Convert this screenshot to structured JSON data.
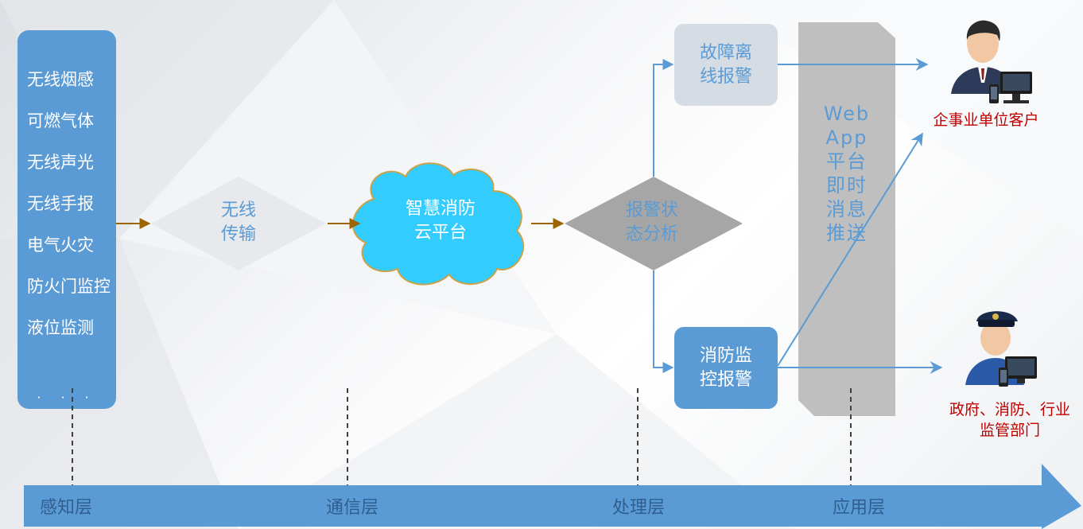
{
  "sensors": [
    "无线烟感",
    "可燃气体",
    "无线声光",
    "无线手报",
    "电气火灾",
    "防火门监控",
    "液位监测"
  ],
  "sensors_more": "· · ·",
  "nodes": {
    "wireless": "无线\n传输",
    "cloud": "智慧消防\n云平台",
    "analysis": "报警状\n态分析",
    "fault_alarm": "故障离\n线报警",
    "fire_alarm": "消防监\n控报警",
    "webapp": "Web\nApp\n平台\n即时\n消息\n推送"
  },
  "clients": {
    "enterprise": "企事业单位客户",
    "government": "政府、消防、行业\n监管部门"
  },
  "layers": [
    "感知层",
    "通信层",
    "处理层",
    "应用层"
  ],
  "colors": {
    "blue": "#5b9bd5",
    "light_panel": "#d6dce4",
    "gray_diamond": "#a6a6a6",
    "light_diamond": "#e7e9ec",
    "cloud": "#33ccff",
    "arrow_brown": "#9c6500",
    "red_text": "#c00000"
  },
  "icons": [
    "businessman-computer-icon",
    "police-officer-computer-icon"
  ]
}
